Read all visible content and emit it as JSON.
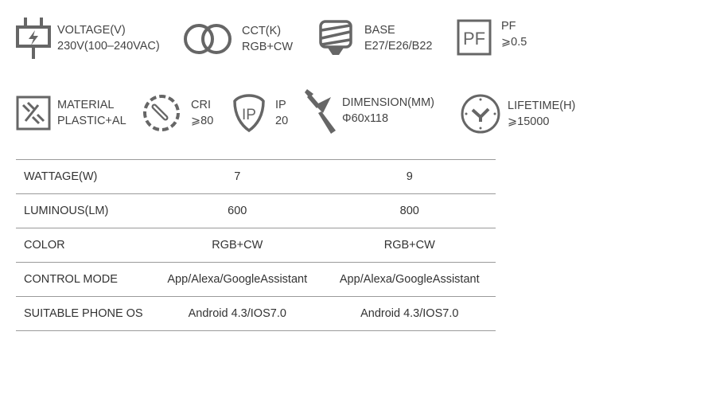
{
  "specs": [
    {
      "label": "VOLTAGE(V)",
      "value": "230V(100–240VAC)",
      "icon": "plug-icon"
    },
    {
      "label": "CCT(K)",
      "value": "RGB+CW",
      "icon": "rings-icon"
    },
    {
      "label": "BASE",
      "value": "E27/E26/B22",
      "icon": "bulb-base-icon"
    },
    {
      "label": "PF",
      "value": "⩾0.5",
      "icon": "pf-icon"
    },
    {
      "label": "MATERIAL",
      "value": "PLASTIC+AL",
      "icon": "material-icon"
    },
    {
      "label": "CRI",
      "value": "⩾80",
      "icon": "thermometer-icon"
    },
    {
      "label": "IP",
      "value": "20",
      "icon": "ip-shield-icon"
    },
    {
      "label": "DIMENSION(MM)",
      "value": "Φ60x118",
      "icon": "dimension-icon"
    },
    {
      "label": "LIFETIME(H)",
      "value": "⩾15000",
      "icon": "clock-icon"
    }
  ],
  "table": {
    "rows": [
      {
        "label": "WATTAGE(W)",
        "v1": "7",
        "v2": "9"
      },
      {
        "label": "LUMINOUS(LM)",
        "v1": "600",
        "v2": "800"
      },
      {
        "label": "COLOR",
        "v1": "RGB+CW",
        "v2": "RGB+CW"
      },
      {
        "label": "CONTROL MODE",
        "v1": "App/Alexa/GoogleAssistant",
        "v2": "App/Alexa/GoogleAssistant"
      },
      {
        "label": "SUITABLE PHONE OS",
        "v1": "Android 4.3/IOS7.0",
        "v2": "Android 4.3/IOS7.0"
      }
    ]
  }
}
